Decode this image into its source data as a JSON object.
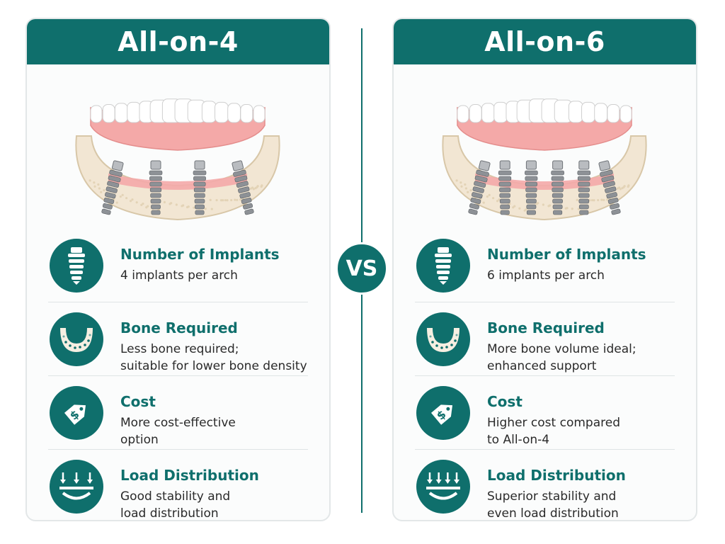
{
  "vs_label": "VS",
  "cards": [
    {
      "title": "All-on-4",
      "implant_count": 4,
      "rows": [
        {
          "title": "Number of Implants",
          "desc": "4 implants per arch",
          "icon": "implant-icon"
        },
        {
          "title": "Bone Required",
          "desc": "Less bone required;\nsuitable for lower bone density",
          "icon": "jawbone-icon"
        },
        {
          "title": "Cost",
          "desc": "More cost-effective\noption",
          "icon": "price-tag-icon"
        },
        {
          "title": "Load Distribution",
          "desc": "Good stability and\nload distribution",
          "icon": "load-arrows-icon"
        }
      ]
    },
    {
      "title": "All-on-6",
      "implant_count": 6,
      "rows": [
        {
          "title": "Number of Implants",
          "desc": "6 implants per arch",
          "icon": "implant-icon"
        },
        {
          "title": "Bone Required",
          "desc": "More bone volume ideal;\nenhanced support",
          "icon": "jawbone-icon"
        },
        {
          "title": "Cost",
          "desc": "Higher cost compared\nto All-on-4",
          "icon": "price-tag-icon"
        },
        {
          "title": "Load Distribution",
          "desc": "Superior stability and\neven load distribution",
          "icon": "load-arrows-icon"
        }
      ]
    }
  ],
  "colors": {
    "accent": "#0f6f6c",
    "gum": "#f4a9a8",
    "bone": "#f2e6d3",
    "tooth": "#ffffff",
    "implant": "#8d9196"
  }
}
